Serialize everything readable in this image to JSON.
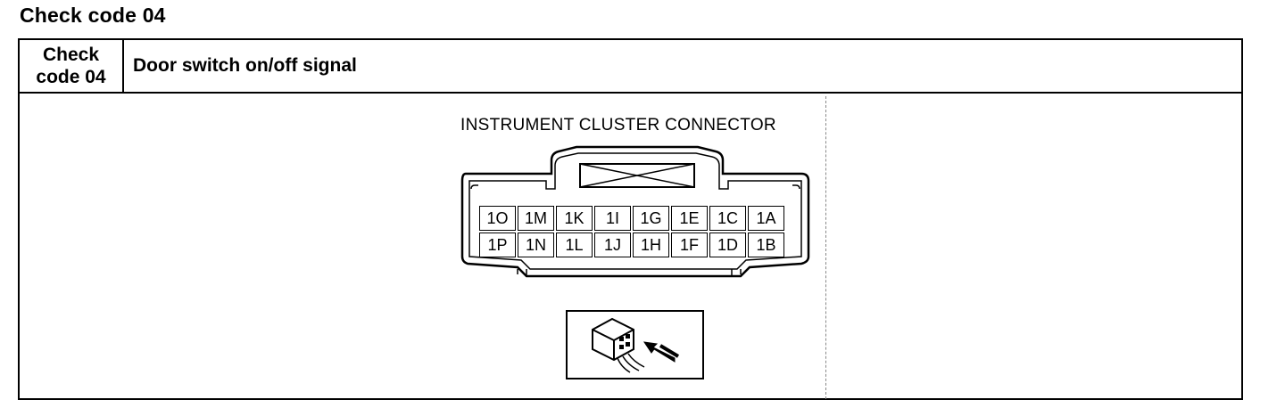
{
  "section_title": "Check code 04",
  "table": {
    "code_line1": "Check",
    "code_line2": "code 04",
    "description": "Door switch on/off signal"
  },
  "figure": {
    "title": "INSTRUMENT CLUSTER CONNECTOR",
    "icon": "harness-side-connector-icon",
    "pins_top": [
      "1O",
      "1M",
      "1K",
      "1I",
      "1G",
      "1E",
      "1C",
      "1A"
    ],
    "pins_bottom": [
      "1P",
      "1N",
      "1L",
      "1J",
      "1H",
      "1F",
      "1D",
      "1B"
    ]
  }
}
